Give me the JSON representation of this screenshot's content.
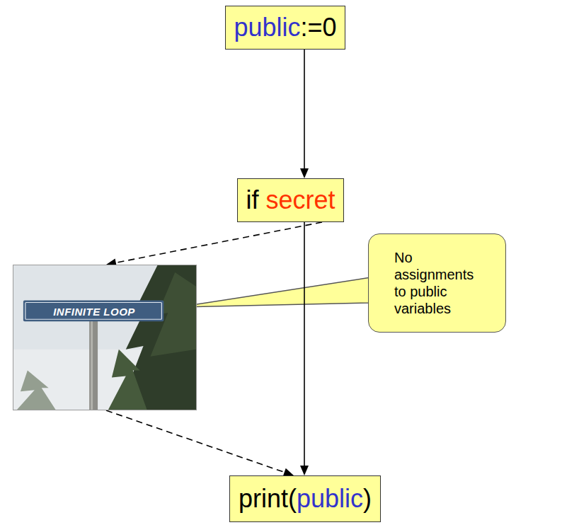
{
  "diagram": {
    "nodes": [
      {
        "text": [
          "public:=0"
        ]
      },
      {
        "text": [
          "if secret"
        ]
      },
      {
        "text": [
          "INFINITE LOOP"
        ]
      },
      {
        "text": [
          "No assignments to public variables"
        ]
      },
      {
        "text": [
          "print(public)"
        ]
      }
    ],
    "edges": [
      {
        "from": 0,
        "to": 1,
        "arrow": "to"
      },
      {
        "from": 1,
        "to": 2,
        "arrow": "to"
      },
      {
        "from": 1,
        "to": 4,
        "arrow": "to"
      },
      {
        "from": 2,
        "to": 4,
        "arrow": "to"
      }
    ]
  }
}
